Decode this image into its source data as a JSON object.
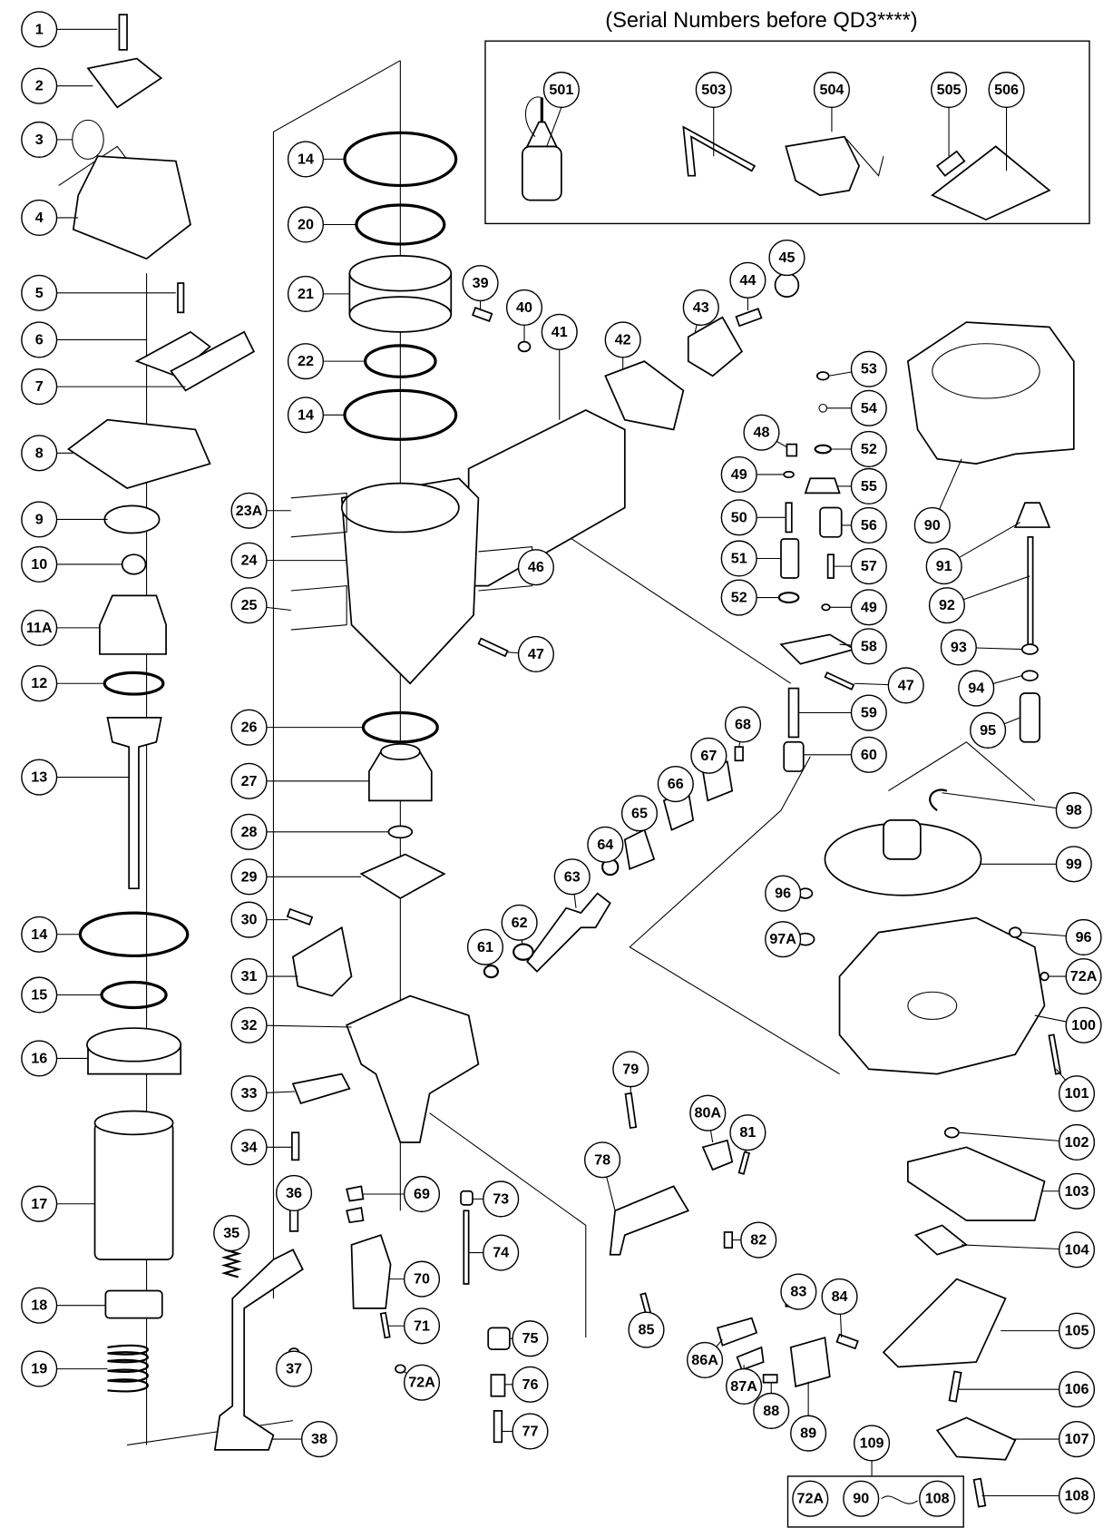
{
  "title": "(Serial Numbers before QD3****)",
  "accessories": [
    "501",
    "503",
    "504",
    "505",
    "506"
  ],
  "kit": {
    "label": "109",
    "contents": [
      "72A",
      "90",
      "108"
    ]
  },
  "callouts": [
    "1",
    "2",
    "3",
    "4",
    "5",
    "6",
    "7",
    "8",
    "9",
    "10",
    "11A",
    "12",
    "13",
    "14",
    "15",
    "16",
    "17",
    "18",
    "19",
    "14",
    "20",
    "21",
    "22",
    "14",
    "23A",
    "24",
    "25",
    "26",
    "27",
    "28",
    "29",
    "30",
    "31",
    "32",
    "33",
    "34",
    "35",
    "36",
    "37",
    "38",
    "39",
    "40",
    "41",
    "42",
    "43",
    "44",
    "45",
    "53",
    "54",
    "52",
    "55",
    "56",
    "57",
    "49",
    "58",
    "47",
    "59",
    "60",
    "48",
    "49",
    "50",
    "51",
    "52",
    "46",
    "47",
    "90",
    "91",
    "92",
    "93",
    "94",
    "95",
    "98",
    "99",
    "96",
    "72A",
    "100",
    "101",
    "102",
    "103",
    "104",
    "105",
    "106",
    "107",
    "108",
    "96",
    "97A",
    "68",
    "67",
    "66",
    "65",
    "64",
    "63",
    "62",
    "61",
    "79",
    "80A",
    "81",
    "78",
    "82",
    "83",
    "84",
    "85",
    "86A",
    "87A",
    "88",
    "89",
    "69",
    "70",
    "71",
    "72A",
    "73",
    "74",
    "75",
    "76",
    "77"
  ]
}
